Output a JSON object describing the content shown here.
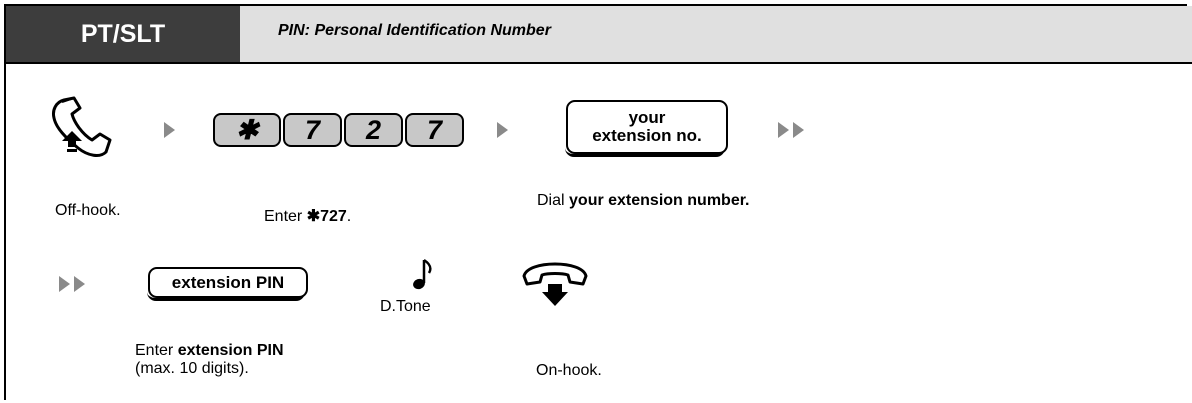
{
  "header": {
    "tab_label": "PT/SLT",
    "title": "PIN: Personal Identification Number"
  },
  "step1": {
    "keys": [
      "✱",
      "7",
      "2",
      "7"
    ],
    "softkey_label": "your\nextension no.",
    "captions": {
      "offhook": "Off-hook.",
      "enter_prefix": "Enter ",
      "enter_code": "✱727",
      "enter_suffix": ".",
      "dial_prefix": "Dial ",
      "dial_bold": "your extension number."
    }
  },
  "step2": {
    "softkey_label": "extension PIN",
    "tone_label": "D.Tone",
    "captions": {
      "enter_prefix": "Enter ",
      "enter_bold": "extension PIN",
      "enter_note": "(max. 10 digits).",
      "onhook": "On-hook."
    }
  },
  "icons": [
    "offhook-handset-icon",
    "play-arrow-icon",
    "double-arrow-icon",
    "music-note-icon",
    "onhook-handset-icon"
  ]
}
